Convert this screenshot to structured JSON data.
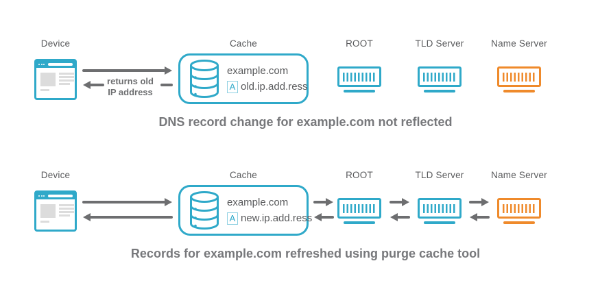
{
  "colors": {
    "teal": "#2FA9C9",
    "orange": "#EF8A2B",
    "arrow": "#6D6E70",
    "label": "#58595B",
    "caption": "#77787B"
  },
  "icons": {
    "device": "browser-window-icon",
    "cache": "database-cylinder-icon",
    "root": "rack-server-icon",
    "tld": "rack-server-icon",
    "name_server": "rack-server-icon"
  },
  "rows": [
    {
      "labels": {
        "device": "Device",
        "cache": "Cache",
        "root": "ROOT",
        "tld": "TLD Server",
        "name_server": "Name Server"
      },
      "cache": {
        "domain": "example.com",
        "record_type": "A",
        "record_value": "old.ip.add.ress"
      },
      "return_label": {
        "line1": "returns old",
        "line2": "IP address"
      },
      "caption": "DNS record change for example.com not reflected"
    },
    {
      "labels": {
        "device": "Device",
        "cache": "Cache",
        "root": "ROOT",
        "tld": "TLD Server",
        "name_server": "Name Server"
      },
      "cache": {
        "domain": "example.com",
        "record_type": "A",
        "record_value": "new.ip.add.ress"
      },
      "caption": "Records for example.com refreshed using purge cache tool"
    }
  ]
}
